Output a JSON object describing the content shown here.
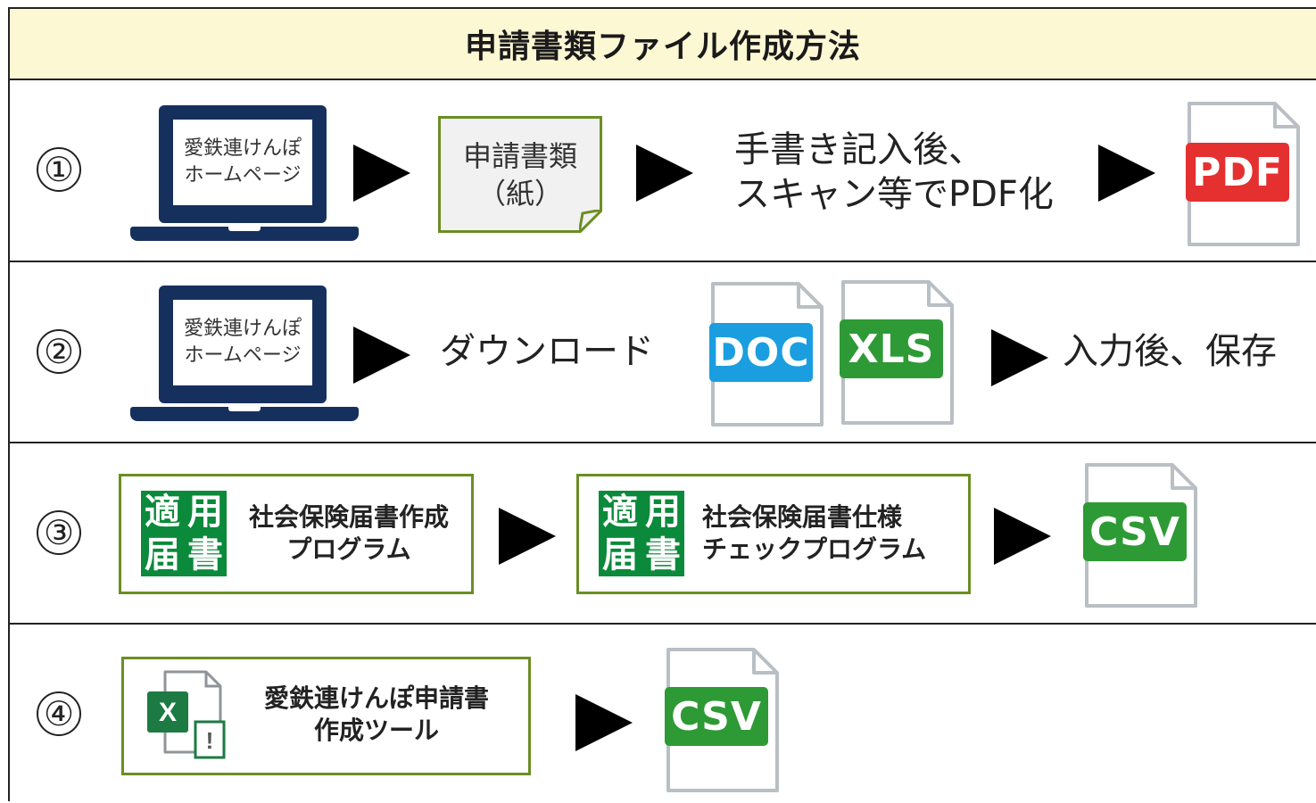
{
  "header": {
    "title": "申請書類ファイル作成方法"
  },
  "rows": [
    {
      "number": "①",
      "laptop": {
        "line1": "愛鉄連けんぽ",
        "line2": "ホームページ"
      },
      "paper": {
        "line1": "申請書類",
        "line2": "（紙）"
      },
      "instruction": {
        "line1": "手書き記入後、",
        "line2": "スキャン等でPDF化"
      },
      "file": {
        "label": "PDF",
        "color": "#e53030"
      }
    },
    {
      "number": "②",
      "laptop": {
        "line1": "愛鉄連けんぽ",
        "line2": "ホームページ"
      },
      "download_label": "ダウンロード",
      "files": [
        {
          "label": "DOC",
          "color": "#1a9ee0"
        },
        {
          "label": "XLS",
          "color": "#2e9a35"
        }
      ],
      "result": "入力後、保存"
    },
    {
      "number": "③",
      "app_icon": {
        "chars": [
          "適",
          "用",
          "届",
          "書"
        ],
        "color": "#0a8a3a"
      },
      "program1": {
        "line1": "社会保険届書作成",
        "line2": "プログラム"
      },
      "program2": {
        "line1": "社会保険届書仕様",
        "line2": "チェックプログラム"
      },
      "file": {
        "label": "CSV",
        "color": "#2e9a35"
      }
    },
    {
      "number": "④",
      "tool": {
        "line1": "愛鉄連けんぽ申請書",
        "line2": "作成ツール",
        "icon": "excel-icon",
        "icon_letter": "X",
        "badge": "!"
      },
      "file": {
        "label": "CSV",
        "color": "#2e9a35"
      }
    }
  ],
  "colors": {
    "header_bg": "#fdf8d4",
    "laptop": "#16305e",
    "box_border": "#6b8e23"
  }
}
